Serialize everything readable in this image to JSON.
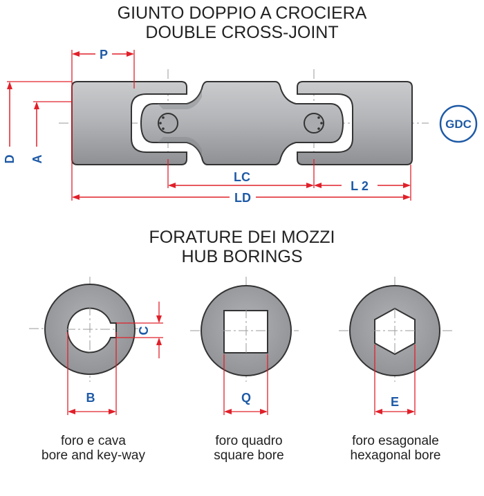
{
  "title": {
    "line1": "GIUNTO DOPPIO A CROCIERA",
    "line2": "DOUBLE CROSS-JOINT"
  },
  "badge": "GDC",
  "dimensions": {
    "P": "P",
    "D": "D",
    "A": "A",
    "LC": "LC",
    "LD": "LD",
    "L2": "L 2",
    "B": "B",
    "C": "C",
    "Q": "Q",
    "E": "E"
  },
  "section": {
    "line1": "FORATURE DEI MOZZI",
    "line2": "HUB BORINGS"
  },
  "borings": [
    {
      "caption_it": "foro e cava",
      "caption_en": "bore and key-way"
    },
    {
      "caption_it": "foro quadro",
      "caption_en": "square bore"
    },
    {
      "caption_it": "foro esagonale",
      "caption_en": "hexagonal bore"
    }
  ],
  "colors": {
    "dimension_line": "#e0202a",
    "dimension_text": "#1e5aa6",
    "part_fill": "#a6a8ab",
    "part_outline": "#333333"
  }
}
